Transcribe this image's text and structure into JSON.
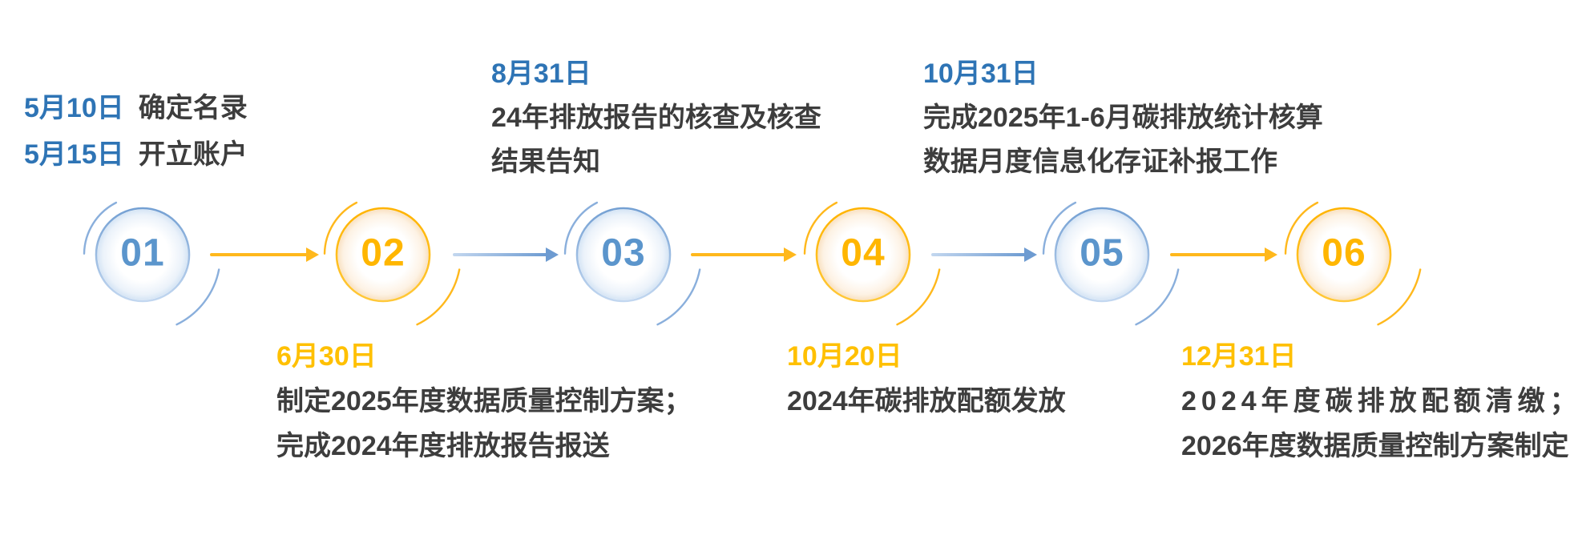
{
  "palette": {
    "blue_date": "#2E74B5",
    "blue_number": "#5B95CC",
    "blue_arc": "#8AAFDC",
    "yellow_date": "#FFC000",
    "yellow_number": "#FFB600",
    "yellow_arc": "#FFB81C",
    "yellow_arrow": "#FFB81C",
    "arrow_blue_light": "#C3D7EF",
    "arrow_blue_dark": "#6D9BD1",
    "body_text": "#3D3D3D"
  },
  "nodes": [
    {
      "num": "01",
      "color": "blue"
    },
    {
      "num": "02",
      "color": "yellow"
    },
    {
      "num": "03",
      "color": "blue"
    },
    {
      "num": "04",
      "color": "yellow"
    },
    {
      "num": "05",
      "color": "blue"
    },
    {
      "num": "06",
      "color": "yellow"
    }
  ],
  "blocks": {
    "step1": {
      "rows": [
        {
          "date": "5月10日",
          "text": "确定名录"
        },
        {
          "date": "5月15日",
          "text": "开立账户"
        }
      ]
    },
    "step2": {
      "date": "6月30日",
      "lines": [
        "制定2025年度数据质量控制方案；",
        "完成2024年度排放报告报送"
      ]
    },
    "step3": {
      "date": "8月31日",
      "lines": [
        "24年排放报告的核查及核查",
        "结果告知"
      ]
    },
    "step4": {
      "date": "10月20日",
      "lines": [
        "2024年碳排放配额发放"
      ]
    },
    "step5": {
      "date": "10月31日",
      "lines": [
        "完成2025年1-6月碳排放统计核算",
        "数据月度信息化存证补报工作"
      ]
    },
    "step6": {
      "date": "12月31日",
      "lines": [
        "2024年度碳排放配额清缴；",
        "2026年度数据质量控制方案制定"
      ]
    }
  }
}
